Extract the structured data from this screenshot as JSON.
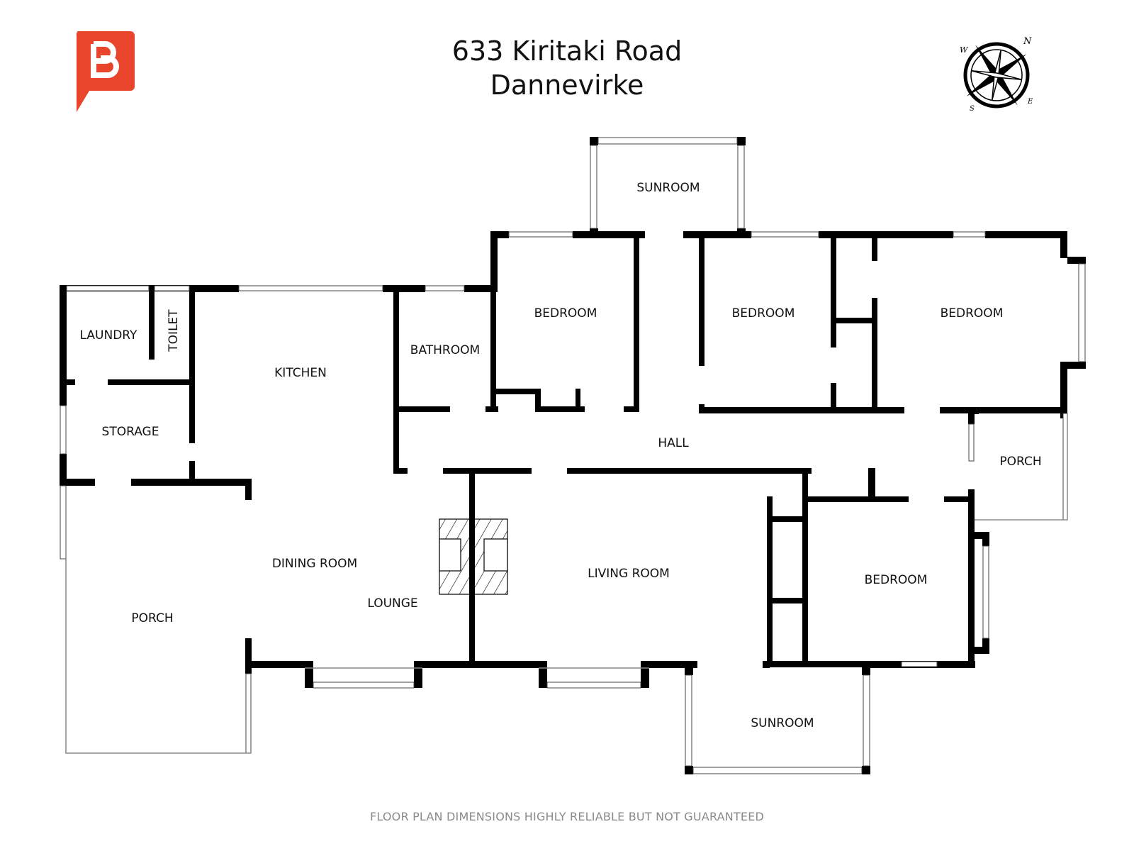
{
  "header": {
    "logo": {
      "icon": "brand-b-speech-bubble-icon",
      "color": "#e8452c"
    },
    "title_line1": "633 Kiritaki Road",
    "title_line2": "Dannevirke",
    "compass": {
      "icon": "compass-rose-icon",
      "labels": [
        "N",
        "E",
        "S",
        "W"
      ]
    }
  },
  "rooms": {
    "laundry": "LAUNDRY",
    "toilet": "TOILET",
    "storage": "STORAGE",
    "kitchen": "KITCHEN",
    "bathroom": "BATHROOM",
    "bedroom_1": "BEDROOM",
    "sunroom_top": "SUNROOM",
    "bedroom_2": "BEDROOM",
    "bedroom_3": "BEDROOM",
    "hall": "HALL",
    "porch_right": "PORCH",
    "dining_room": "DINING ROOM",
    "lounge": "LOUNGE",
    "living_room": "LIVING ROOM",
    "bedroom_4": "BEDROOM",
    "porch_left": "PORCH",
    "sunroom_bottom": "SUNROOM"
  },
  "features": {
    "fireplace": "fireplace-hatched-icon"
  },
  "footer": {
    "disclaimer": "FLOOR PLAN DIMENSIONS HIGHLY RELIABLE BUT NOT GUARANTEED"
  },
  "colors": {
    "wall": "#000000",
    "background": "#ffffff",
    "brand": "#e8452c",
    "disclaimer": "#8a8a8a"
  }
}
